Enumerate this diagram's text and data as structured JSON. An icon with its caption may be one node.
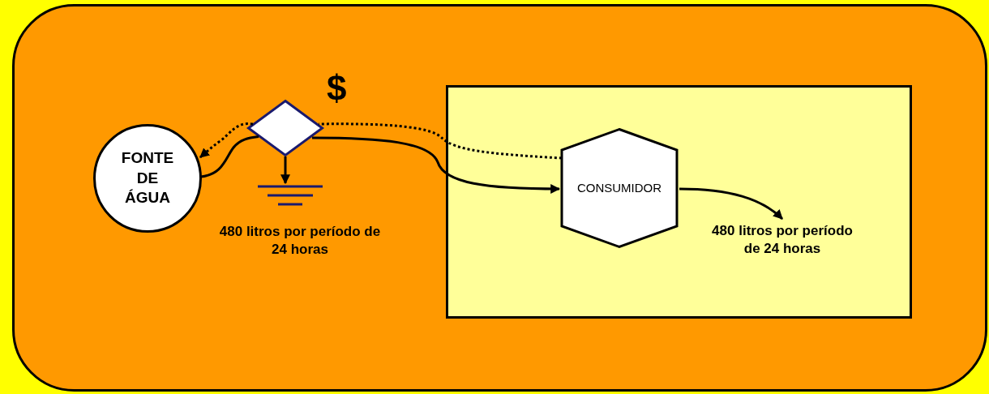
{
  "diagram": {
    "nodes": [
      {
        "text": [],
        "shape": "box"
      },
      {
        "text": [
          "FONTE DE ÁGUA"
        ],
        "in": 0
      },
      {
        "text": [],
        "shape": "diamond",
        "in": 0,
        "beside": [
          "$"
        ]
      },
      {
        "text": [],
        "shape": "ground",
        "in": 0
      },
      {
        "text": [],
        "shape": "box",
        "in": 0
      },
      {
        "text": [
          "CONSUMIDOR"
        ],
        "in": 4
      },
      {
        "text": [
          "480 litros por período de 24 horas"
        ],
        "in": 4
      }
    ],
    "edges": [
      {
        "from": 1,
        "to": 2,
        "arrow": "none"
      },
      {
        "from": 2,
        "to": 5,
        "arrow": "to"
      },
      {
        "from": 2,
        "to": 3,
        "arrow": "to"
      },
      {
        "from": 5,
        "to": 2,
        "arrow": "none",
        "style": "dashed"
      },
      {
        "from": 2,
        "to": 1,
        "arrow": "to",
        "style": "dashed"
      },
      {
        "from": 5,
        "to": 6,
        "arrow": "to"
      }
    ],
    "labels": [
      "480 litros por período de 24 horas"
    ]
  }
}
